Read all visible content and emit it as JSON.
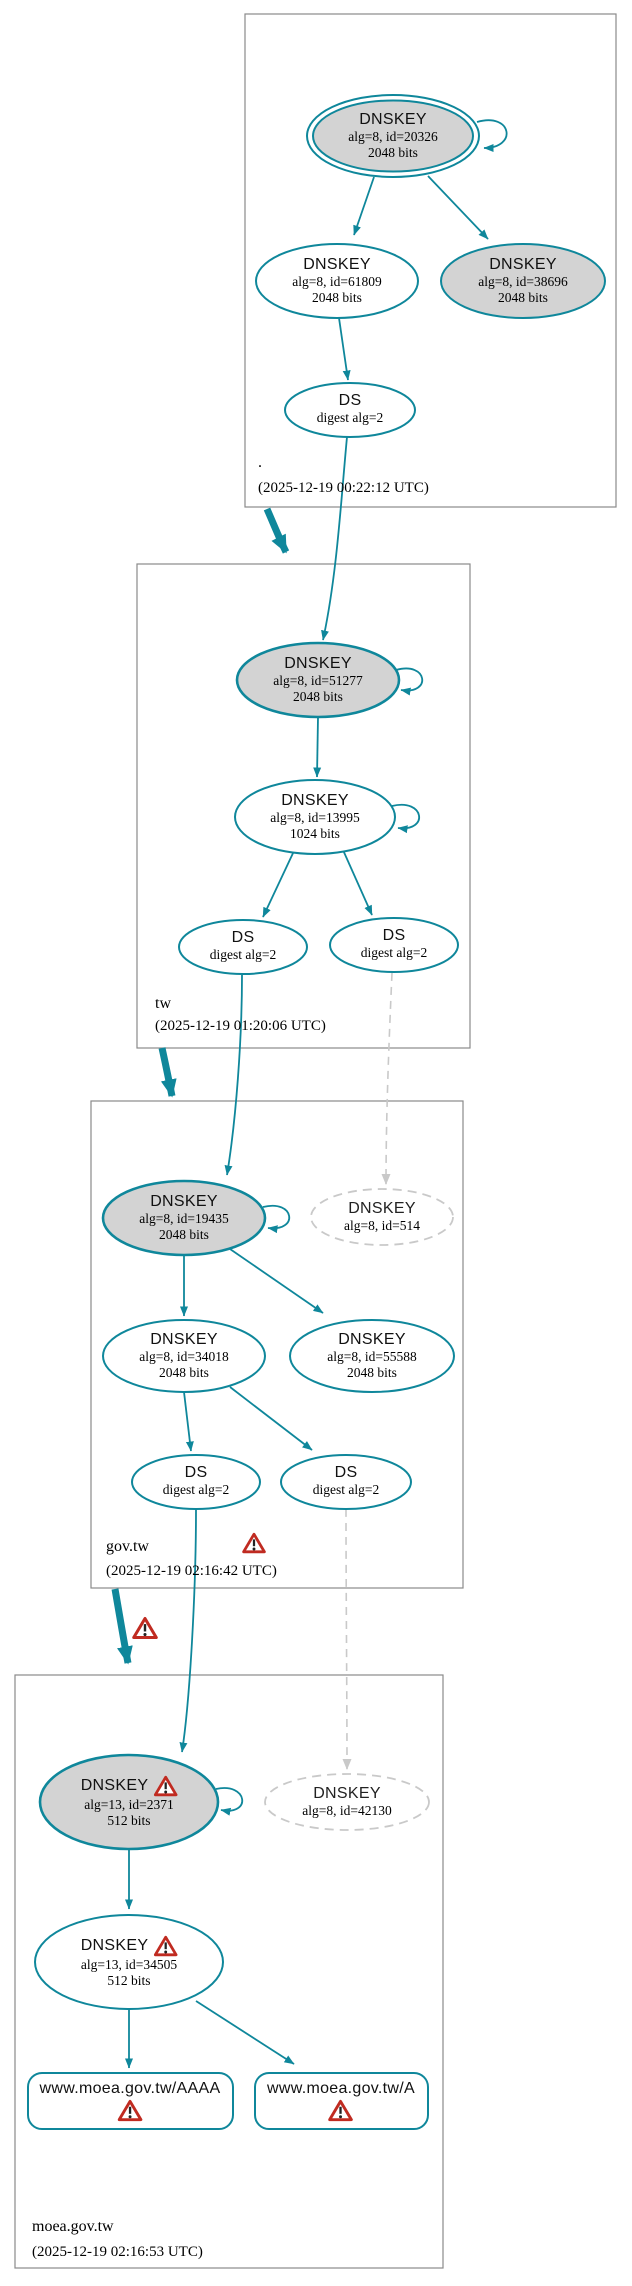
{
  "diagram": {
    "kind": "DNSSEC authentication chain graph",
    "colors": {
      "secure_teal": "#0f879b",
      "warning_red": "#c02b21",
      "sep_fill_gray": "#d3d3d3",
      "missing_dashed_gray": "#c9c9c9",
      "zone_box_border": "#8a8a8a"
    }
  },
  "zones": [
    {
      "name": ".",
      "timestamp": "(2025-12-19 00:22:12 UTC)",
      "nodes": {
        "ksk": {
          "title": "DNSKEY",
          "detail": "alg=8, id=20326",
          "bits": "2048 bits"
        },
        "zsk": {
          "title": "DNSKEY",
          "detail": "alg=8, id=61809",
          "bits": "2048 bits"
        },
        "key2": {
          "title": "DNSKEY",
          "detail": "alg=8, id=38696",
          "bits": "2048 bits"
        },
        "ds": {
          "title": "DS",
          "detail": "digest alg=2"
        }
      }
    },
    {
      "name": "tw",
      "timestamp": "(2025-12-19 01:20:06 UTC)",
      "nodes": {
        "ksk": {
          "title": "DNSKEY",
          "detail": "alg=8, id=51277",
          "bits": "2048 bits"
        },
        "zsk": {
          "title": "DNSKEY",
          "detail": "alg=8, id=13995",
          "bits": "1024 bits"
        },
        "ds1": {
          "title": "DS",
          "detail": "digest alg=2"
        },
        "ds2": {
          "title": "DS",
          "detail": "digest alg=2"
        }
      }
    },
    {
      "name": "gov.tw",
      "timestamp": "(2025-12-19 02:16:42 UTC)",
      "nodes": {
        "ksk": {
          "title": "DNSKEY",
          "detail": "alg=8, id=19435",
          "bits": "2048 bits"
        },
        "missing": {
          "title": "DNSKEY",
          "detail": "alg=8, id=514"
        },
        "zsk": {
          "title": "DNSKEY",
          "detail": "alg=8, id=34018",
          "bits": "2048 bits"
        },
        "key2": {
          "title": "DNSKEY",
          "detail": "alg=8, id=55588",
          "bits": "2048 bits"
        },
        "ds1": {
          "title": "DS",
          "detail": "digest alg=2"
        },
        "ds2": {
          "title": "DS",
          "detail": "digest alg=2"
        }
      }
    },
    {
      "name": "moea.gov.tw",
      "timestamp": "(2025-12-19 02:16:53 UTC)",
      "nodes": {
        "ksk": {
          "title": "DNSKEY",
          "detail": "alg=13, id=2371",
          "bits": "512 bits"
        },
        "missing": {
          "title": "DNSKEY",
          "detail": "alg=8, id=42130"
        },
        "zsk": {
          "title": "DNSKEY",
          "detail": "alg=13, id=34505",
          "bits": "512 bits"
        },
        "rrset_aaaa": {
          "label": "www.moea.gov.tw/AAAA"
        },
        "rrset_a": {
          "label": "www.moea.gov.tw/A"
        }
      }
    }
  ]
}
